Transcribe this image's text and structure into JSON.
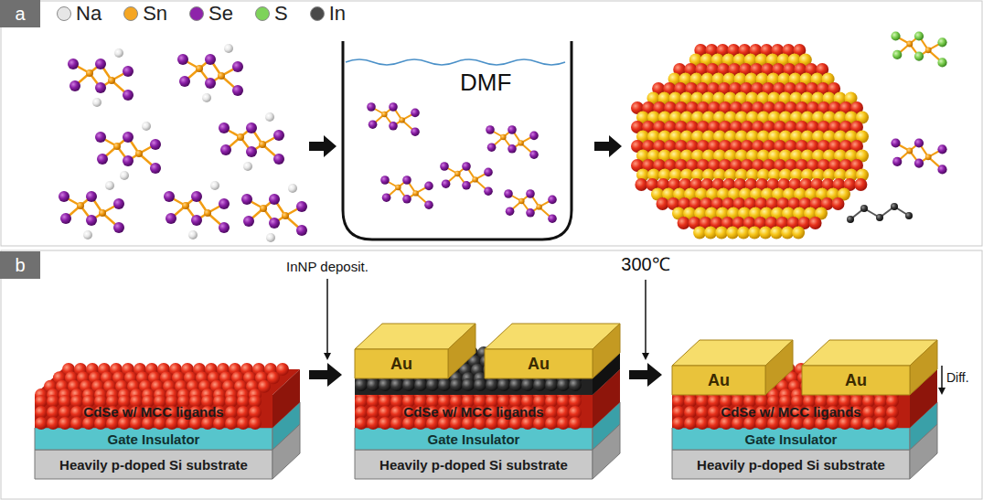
{
  "diagram": {
    "nodes": [
      {
        "text": [
          "a"
        ]
      },
      {
        "text": [
          "DMF"
        ]
      },
      {
        "text": [
          "b"
        ]
      },
      {
        "text": [
          "CdSe w/ MCC ligands"
        ]
      },
      {
        "text": [
          "Gate Insulator"
        ]
      },
      {
        "text": [
          "Heavily p-doped Si substrate"
        ]
      },
      {
        "text": [
          "Au"
        ]
      },
      {
        "text": [
          "Au"
        ]
      },
      {
        "text": [
          "CdSe w/ MCC ligands"
        ]
      },
      {
        "text": [
          "Gate Insulator"
        ]
      },
      {
        "text": [
          "Heavily p-doped Si substrate"
        ]
      },
      {
        "text": [
          "Au"
        ]
      },
      {
        "text": [
          "Au"
        ]
      },
      {
        "text": [
          "CdSe w/ MCC ligands"
        ]
      },
      {
        "text": [
          "Gate Insulator"
        ]
      },
      {
        "text": [
          "Heavily p-doped Si substrate"
        ]
      }
    ],
    "labels": [
      "InNP deposit.",
      "300℃",
      "Diff."
    ],
    "legend": [
      {
        "text": "Na",
        "color": "#e6e6e6"
      },
      {
        "text": "Sn",
        "color": "#f5a623"
      },
      {
        "text": "Se",
        "color": "#8e24aa"
      },
      {
        "text": "S",
        "color": "#7ed35a"
      },
      {
        "text": "In",
        "color": "#4a4a4a"
      }
    ]
  }
}
